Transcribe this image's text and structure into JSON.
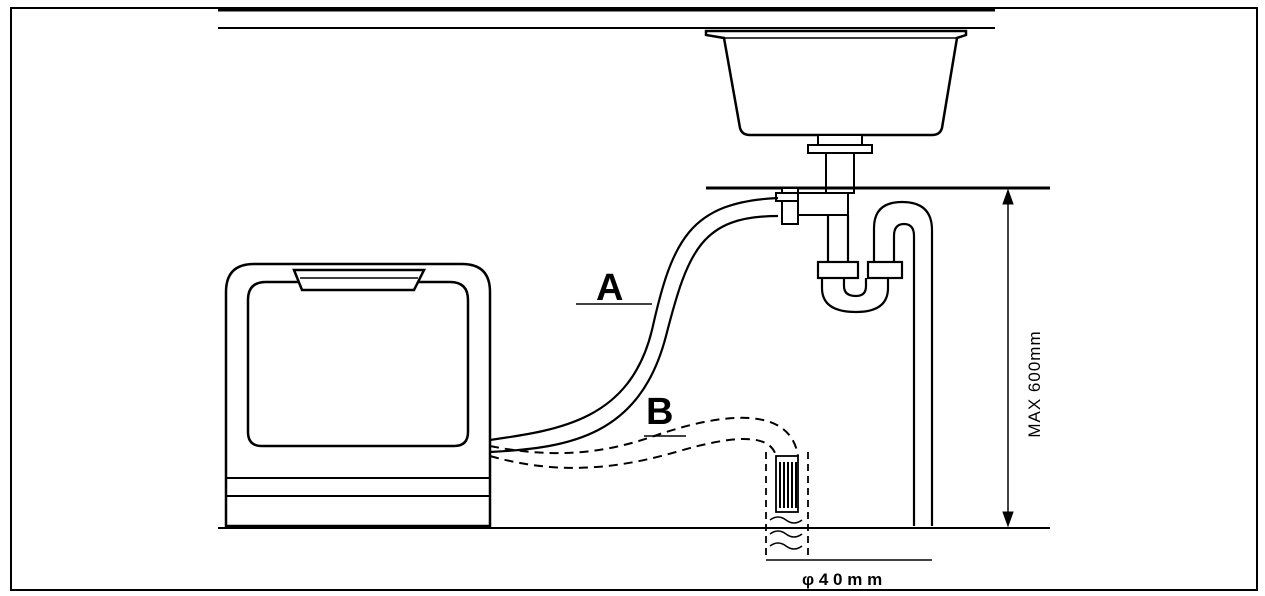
{
  "labels": {
    "hose_a": "A",
    "hose_b": "B",
    "max_height": "MAX 600mm",
    "pipe_diameter": "φ 4 0 m m"
  },
  "colors": {
    "line": "#000000",
    "background": "#ffffff"
  }
}
